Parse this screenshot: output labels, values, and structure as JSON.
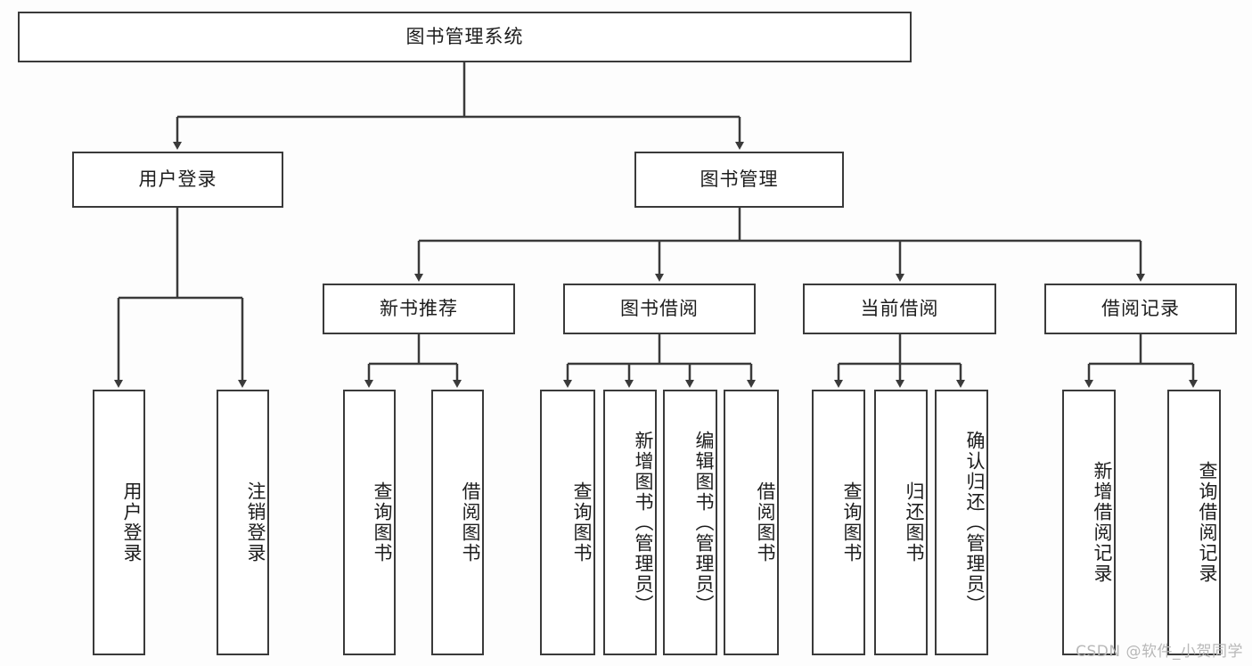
{
  "diagram": {
    "title": "图书管理系统",
    "watermark": "CSDN @软件_小贺同学",
    "style": {
      "border_color": "#3a3a3a",
      "node_fill": "#ffffff",
      "canvas_background": "#fdfdfd",
      "text_color": "#1d1d1d",
      "watermark_color": "#b8b8b8"
    },
    "nodes": {
      "root": "图书管理系统",
      "user_login": "用户登录",
      "book_manage": "图书管理",
      "new_book_rec": "新书推荐",
      "book_borrow": "图书借阅",
      "current_borrow": "当前借阅",
      "borrow_record": "借阅记录",
      "leaf_user_login": "用户登录",
      "leaf_logout": "注销登录",
      "leaf_query_book_1": "查询图书",
      "leaf_borrow_book_1": "借阅图书",
      "leaf_query_book_2": "查询图书",
      "leaf_add_book_admin": "新增图书（管理员）",
      "leaf_edit_book_admin": "编辑图书（管理员）",
      "leaf_borrow_book_2": "借阅图书",
      "leaf_query_book_3": "查询图书",
      "leaf_return_book": "归还图书",
      "leaf_confirm_return_admin": "确认归还（管理员）",
      "leaf_add_borrow_record": "新增借阅记录",
      "leaf_query_borrow_record": "查询借阅记录"
    }
  }
}
